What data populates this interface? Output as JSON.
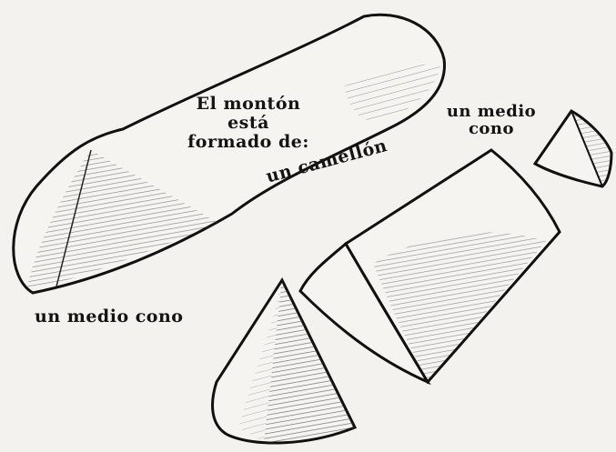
{
  "labels": {
    "monton_line1": "El montón",
    "monton_line2": "está",
    "monton_line3": "formado de:",
    "camellon": "un camellón",
    "medio_cono_top_line1": "un medio",
    "medio_cono_top_line2": "cono",
    "medio_cono_bottom": "un medio cono"
  },
  "colors": {
    "paper": "#f4f2ef",
    "ink": "#141414",
    "shade": "#3a3a3a"
  }
}
